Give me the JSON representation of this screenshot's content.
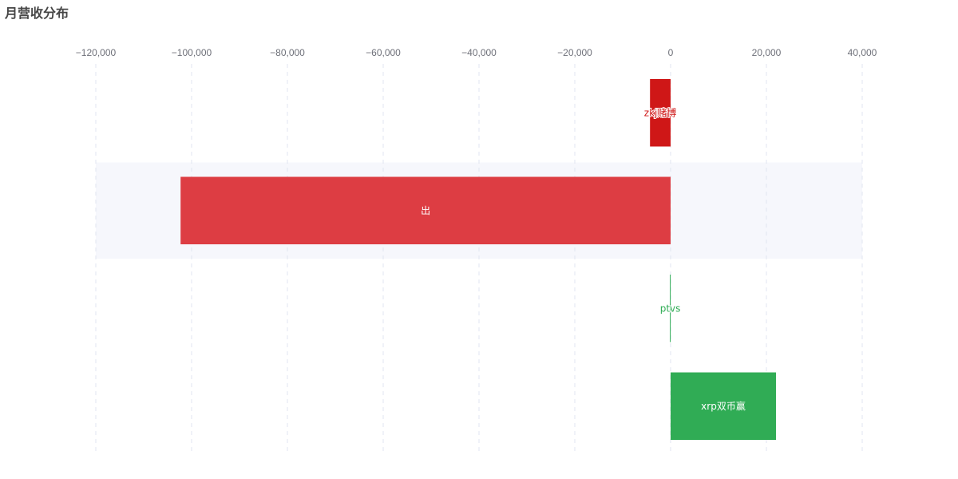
{
  "chart_data": {
    "type": "bar",
    "orientation": "horizontal",
    "title": "月营收分布",
    "xlim": [
      -120000,
      40000
    ],
    "x_ticks": [
      -120000,
      -100000,
      -80000,
      -60000,
      -40000,
      -20000,
      0,
      20000,
      40000
    ],
    "x_tick_labels": [
      "−120,000",
      "−100,000",
      "−80,000",
      "−60,000",
      "−40,000",
      "−20,000",
      "0",
      "20,000",
      "40,000"
    ],
    "grid": true,
    "highlighted_category": "出",
    "categories": [
      "zkj赌博",
      "出",
      "ptvs",
      "xrp双币赢"
    ],
    "values": [
      -4300,
      -102300,
      -150,
      22000
    ],
    "colors": [
      "#cf1717",
      "#dd3d43",
      "#2fac55",
      "#30ac55"
    ]
  }
}
